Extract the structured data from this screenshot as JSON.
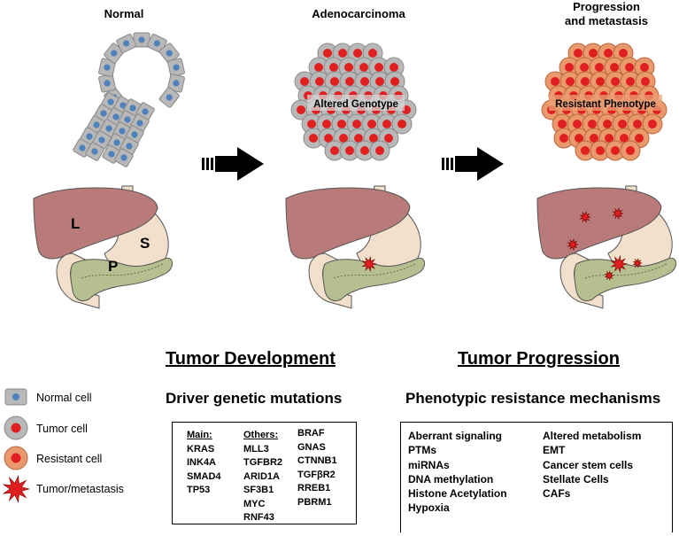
{
  "stages": [
    {
      "title": "Normal"
    },
    {
      "title": "Adenocarcinoma",
      "overlay_label": "Altered Genotype"
    },
    {
      "title_line1": "Progression",
      "title_line2": "and metastasis",
      "overlay_label": "Resistant Phenotype"
    }
  ],
  "organ_labels": {
    "liver": "L",
    "stomach": "S",
    "pancreas": "P"
  },
  "tumor_development": {
    "heading": "Tumor Development",
    "subheading": "Driver genetic mutations",
    "main_header": "Main:",
    "main": [
      "KRAS",
      "INK4A",
      "SMAD4",
      "TP53"
    ],
    "others_header": "Others:",
    "others": [
      "MLL3",
      "TGFBR2",
      "ARID1A",
      "SF3B1",
      "MYC",
      "RNF43"
    ],
    "others2": [
      "BRAF",
      "GNAS",
      "CTNNB1",
      "TGFβR2",
      "RREB1",
      "PBRM1"
    ]
  },
  "tumor_progression": {
    "heading": "Tumor Progression",
    "subheading": "Phenotypic resistance mechanisms",
    "col1": [
      "Aberrant signaling",
      "PTMs",
      "miRNAs",
      "DNA methylation",
      "Histone Acetylation",
      "Hypoxia"
    ],
    "col2": [
      "Altered metabolism",
      "EMT",
      "Cancer stem cells",
      "Stellate Cells",
      "CAFs"
    ]
  },
  "legend": [
    {
      "label": "Normal cell",
      "icon": "normal-cell-icon"
    },
    {
      "label": "Tumor cell",
      "icon": "tumor-cell-icon"
    },
    {
      "label": "Resistant cell",
      "icon": "resistant-cell-icon"
    },
    {
      "label": "Tumor/metastasis",
      "icon": "tumor-burst-icon"
    }
  ],
  "colors": {
    "cell_gray": "#b8b8b8",
    "nucleus_blue": "#4f81bd",
    "nucleus_red": "#e02020",
    "resistant_orange": "#e9996b",
    "liver": "#b97a7a",
    "stomach": "#f3e0cc",
    "pancreas": "#b5bf8f",
    "arrow": "#000000"
  }
}
